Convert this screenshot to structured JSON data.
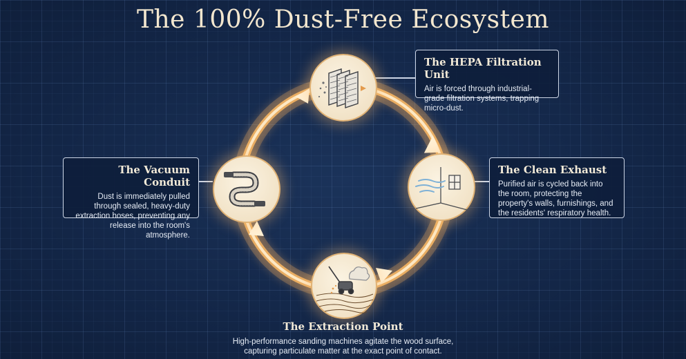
{
  "title": "The 100% Dust-Free Ecosystem",
  "steps": {
    "hepa": {
      "heading": "The HEPA Filtration Unit",
      "description": "Air is forced through industrial-grade filtration systems, trapping micro-dust.",
      "icon": "filter-panels-icon"
    },
    "exhaust": {
      "heading": "The Clean Exhaust",
      "description": "Purified air is cycled back into the room, protecting the property's walls, furnishings, and the residents' respiratory health.",
      "icon": "room-air-window-icon"
    },
    "extraction": {
      "heading": "The Extraction Point",
      "description": "High-performance sanding machines agitate the wood surface, capturing particulate matter at the exact point of contact.",
      "icon": "floor-sander-icon"
    },
    "vacuum": {
      "heading": "The Vacuum Conduit",
      "description": "Dust is immediately pulled through sealed, heavy-duty extraction hoses, preventing any release into the room's atmosphere.",
      "icon": "hose-icon"
    }
  },
  "flow_direction": "clockwise",
  "colors": {
    "background": "#14284a",
    "ring_glow": "#f5c07a",
    "node_fill": "#f6ead3",
    "text_light": "#f2ead8"
  }
}
